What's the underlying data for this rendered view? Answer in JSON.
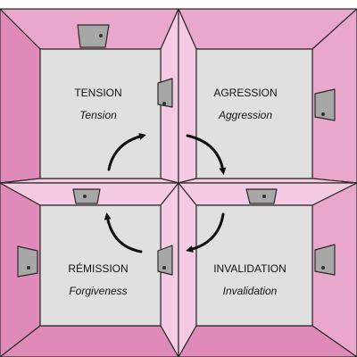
{
  "colors": {
    "wall_dark": "#df8ab8",
    "wall_mid": "#e9a7cb",
    "wall_light": "#f4cbe2",
    "floor": "#e0e0e0",
    "door": "#a7a7a7",
    "outline": "#2a2a2a",
    "arrow": "#111111"
  },
  "rooms": [
    {
      "title": "TENSION",
      "subtitle": "Tension"
    },
    {
      "title": "AGRESSION",
      "subtitle": "Aggression"
    },
    {
      "title": "INVALIDATION",
      "subtitle": "Invalidation"
    },
    {
      "title": "RÉMISSION",
      "subtitle": "Forgiveness"
    }
  ],
  "cycle_order": [
    "TENSION",
    "AGRESSION",
    "INVALIDATION",
    "RÉMISSION"
  ]
}
